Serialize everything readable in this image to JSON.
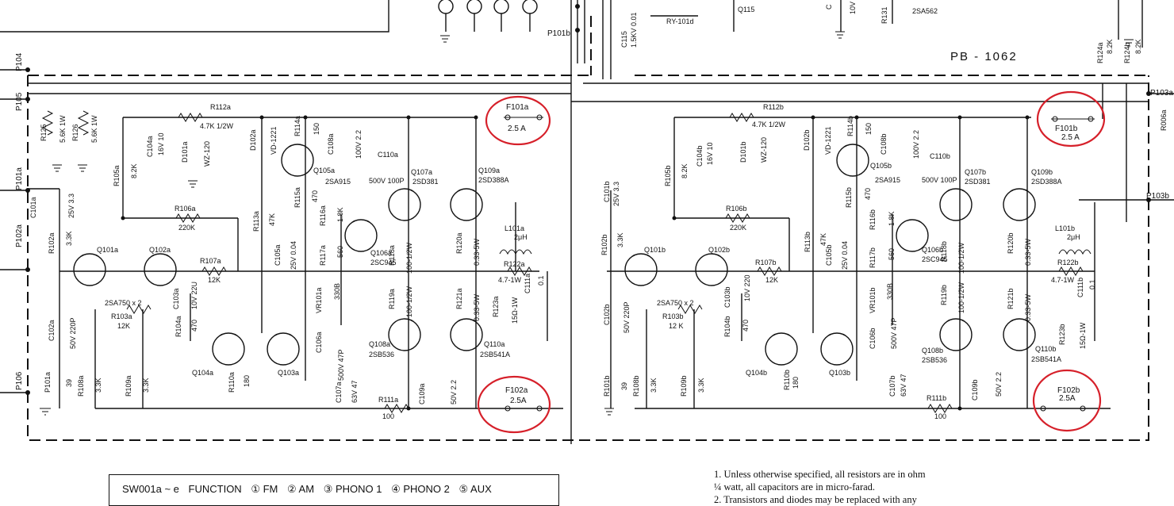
{
  "board": {
    "title": "PB - 1062"
  },
  "ports": {
    "left": [
      "P104",
      "P105",
      "P101a",
      "P102a",
      "P106"
    ],
    "right": [
      "P103a",
      "P103b"
    ],
    "top": [
      "P101b"
    ]
  },
  "fuses": [
    {
      "ref": "F101a",
      "rating": "2.5 A",
      "highlighted": true
    },
    {
      "ref": "F102a",
      "rating": "2.5A",
      "highlighted": true
    },
    {
      "ref": "F101b",
      "rating": "2.5 A",
      "highlighted": true
    },
    {
      "ref": "F102b",
      "rating": "2.5A",
      "highlighted": true
    }
  ],
  "channel_a": {
    "resistors": [
      {
        "ref": "R125",
        "value": "5.6K 1W"
      },
      {
        "ref": "R126",
        "value": "5.6K 1W"
      },
      {
        "ref": "R112a",
        "value": "4.7K 1/2W"
      },
      {
        "ref": "R114a",
        "value": "150"
      },
      {
        "ref": "R105a",
        "value": "8.2K"
      },
      {
        "ref": "R106a",
        "value": "220K"
      },
      {
        "ref": "R102a",
        "value": "3.3K"
      },
      {
        "ref": "R107a",
        "value": "12K"
      },
      {
        "ref": "R103a",
        "value": "12K"
      },
      {
        "ref": "R104a",
        "value": "470"
      },
      {
        "ref": "R113a",
        "value": "47K"
      },
      {
        "ref": "R115a",
        "value": "470"
      },
      {
        "ref": "R116a",
        "value": "1.8K"
      },
      {
        "ref": "R117a",
        "value": "560"
      },
      {
        "ref": "R118a",
        "value": "100-1/2W"
      },
      {
        "ref": "R119a",
        "value": "100-1/2W"
      },
      {
        "ref": "R120a",
        "value": "0.33-5W"
      },
      {
        "ref": "R121a",
        "value": "0.33-5W"
      },
      {
        "ref": "R122a",
        "value": "4.7-1W"
      },
      {
        "ref": "R123a",
        "value": "15Ω-1W"
      },
      {
        "ref": "R108a",
        "value": "3.3K"
      },
      {
        "ref": "R109a",
        "value": "3.3K"
      },
      {
        "ref": "R110a",
        "value": "180"
      },
      {
        "ref": "R111a",
        "value": "100"
      },
      {
        "ref": "P101a",
        "value": "39"
      }
    ],
    "capacitors": [
      {
        "ref": "C104a",
        "value": "16V 10"
      },
      {
        "ref": "C108a",
        "value": "100V 2.2"
      },
      {
        "ref": "C110a",
        "value": "500V 100P"
      },
      {
        "ref": "C101a",
        "value": "25V 3.3"
      },
      {
        "ref": "C105a",
        "value": "25V 0.04"
      },
      {
        "ref": "C103a",
        "value": "10V 22U"
      },
      {
        "ref": "C102a",
        "value": "50V 220P"
      },
      {
        "ref": "C106a",
        "value": "500V 47P"
      },
      {
        "ref": "C107a",
        "value": "63V 47"
      },
      {
        "ref": "C109a",
        "value": "50V 2.2"
      },
      {
        "ref": "C111a",
        "value": "0.1"
      }
    ],
    "semis": [
      {
        "ref": "D102a",
        "type": "VD-1221"
      },
      {
        "ref": "D101a",
        "type": "WZ-120"
      },
      {
        "ref": "Q105a",
        "type": "2SA915"
      },
      {
        "ref": "Q107a",
        "type": "2SD381"
      },
      {
        "ref": "Q109a",
        "type": "2SD388A"
      },
      {
        "ref": "Q101a",
        "type": ""
      },
      {
        "ref": "Q102a",
        "type": "2SA750 x 2"
      },
      {
        "ref": "Q106a",
        "type": "2SC945"
      },
      {
        "ref": "Q104a",
        "type": ""
      },
      {
        "ref": "Q103a",
        "type": ""
      },
      {
        "ref": "Q108a",
        "type": "2SB536"
      },
      {
        "ref": "Q110a",
        "type": "2SB541A"
      }
    ],
    "misc": [
      {
        "ref": "L101a",
        "value": "2μH"
      },
      {
        "ref": "VR101a",
        "value": "330B"
      }
    ]
  },
  "channel_b": {
    "resistors": [
      {
        "ref": "R112b",
        "value": "4.7K 1/2W"
      },
      {
        "ref": "R114b",
        "value": "150"
      },
      {
        "ref": "R105b",
        "value": "8.2K"
      },
      {
        "ref": "R106b",
        "value": "220K"
      },
      {
        "ref": "R102b",
        "value": "3.3K"
      },
      {
        "ref": "R107b",
        "value": "12K"
      },
      {
        "ref": "R103b",
        "value": "12 K"
      },
      {
        "ref": "R104b",
        "value": "470"
      },
      {
        "ref": "R113b",
        "value": "47K"
      },
      {
        "ref": "R115b",
        "value": "470"
      },
      {
        "ref": "R116b",
        "value": "1.8K"
      },
      {
        "ref": "R117b",
        "value": "560"
      },
      {
        "ref": "R118b",
        "value": "100-1/2W"
      },
      {
        "ref": "R119b",
        "value": "100-1/2W"
      },
      {
        "ref": "R120b",
        "value": "0.33-5W"
      },
      {
        "ref": "R121b",
        "value": "0.33-5W"
      },
      {
        "ref": "R122b",
        "value": "4.7-1W"
      },
      {
        "ref": "R123b",
        "value": "15Ω-1W"
      },
      {
        "ref": "R124a",
        "value": "8.2K"
      },
      {
        "ref": "R124b",
        "value": "8.2K"
      },
      {
        "ref": "R108b",
        "value": "3.3K"
      },
      {
        "ref": "R109b",
        "value": "3.3K"
      },
      {
        "ref": "R110b",
        "value": "180"
      },
      {
        "ref": "R111b",
        "value": "100"
      },
      {
        "ref": "R101b",
        "value": "39"
      }
    ],
    "capacitors": [
      {
        "ref": "C104b",
        "value": "16V 10"
      },
      {
        "ref": "C108b",
        "value": "100V 2.2"
      },
      {
        "ref": "C110b",
        "value": "500V 100P"
      },
      {
        "ref": "C101b",
        "value": "25V 3.3"
      },
      {
        "ref": "C105b",
        "value": "25V 0.04"
      },
      {
        "ref": "C103b",
        "value": "10V 220"
      },
      {
        "ref": "C102b",
        "value": "50V 220P"
      },
      {
        "ref": "C106b",
        "value": "500V 47P"
      },
      {
        "ref": "C107b",
        "value": "63V 47"
      },
      {
        "ref": "C109b",
        "value": "50V 2.2"
      },
      {
        "ref": "C111b",
        "value": "0.1"
      }
    ],
    "semis": [
      {
        "ref": "D102b",
        "type": "VD-1221"
      },
      {
        "ref": "D101b",
        "type": "WZ-120"
      },
      {
        "ref": "Q105b",
        "type": "2SA915"
      },
      {
        "ref": "Q107b",
        "type": "2SD381"
      },
      {
        "ref": "Q109b",
        "type": "2SD388A"
      },
      {
        "ref": "Q101b",
        "type": ""
      },
      {
        "ref": "Q102b",
        "type": "2SA750 x 2"
      },
      {
        "ref": "Q106b",
        "type": "2SC945"
      },
      {
        "ref": "Q104b",
        "type": ""
      },
      {
        "ref": "Q103b",
        "type": ""
      },
      {
        "ref": "Q108b",
        "type": "2SB536"
      },
      {
        "ref": "Q110b",
        "type": "2SB541A"
      }
    ],
    "misc": [
      {
        "ref": "L101b",
        "value": "2μH"
      },
      {
        "ref": "VR101b",
        "value": "330B"
      },
      {
        "ref": "R006a",
        "value": ""
      }
    ]
  },
  "top_strip": {
    "labels": [
      "C115",
      "1.5KV 0.01",
      "RY-101d",
      "Q115",
      "C",
      "10V",
      "R131",
      "2SA562"
    ]
  },
  "legend": {
    "switch": "SW001a ~ e",
    "function_label": "FUNCTION",
    "items": [
      "① FM",
      "② AM",
      "③ PHONO 1",
      "④ PHONO 2",
      "⑤ AUX"
    ]
  },
  "notes": [
    "1.  Unless otherwise specified, all resistors are in ohm",
    "     ¼ watt, all capacitors are in micro-farad.",
    "2.  Transistors and diodes may be replaced with any"
  ]
}
